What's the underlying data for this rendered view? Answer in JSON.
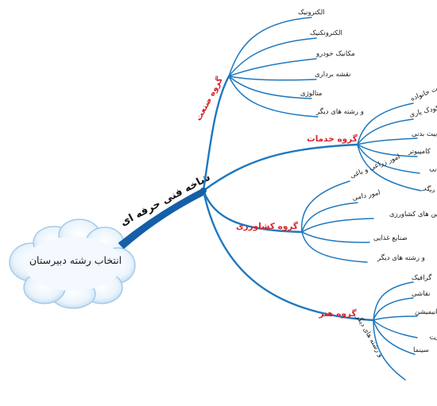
{
  "root": {
    "label": "انتخاب رشته دبیرستان"
  },
  "main_branch": {
    "label": "شاخه فنی حرفه ای"
  },
  "groups": [
    {
      "label": "گروه صنعت",
      "items": [
        "الکترونیک",
        "الکتروتکنیک",
        "مکانیک خودرو",
        "نقشه برداری",
        "متالوژی",
        "و رشته های دیگر"
      ]
    },
    {
      "label": "گروه خدمات",
      "items": [
        "مدیریت خانواده",
        "کودک یاری",
        "تربیت بدنی",
        "کامپیوتر",
        "حسابداری بازرگانی",
        "و رشته های دیگر"
      ]
    },
    {
      "label": "گروه کشاورزی",
      "items": [
        "امور زراعی و باغی",
        "امور دامی",
        "ماشین های کشاورزی",
        "صنایع غذایی",
        "و رشته های دیگر"
      ]
    },
    {
      "label": "گروه هنر",
      "items": [
        "گرافیک",
        "نقاشی",
        "انیمیشن",
        "طراحی و دوخت",
        "سینما",
        "و رشته های دیگر"
      ]
    }
  ],
  "colors": {
    "branch": "#1e78bf",
    "trunk": "#155fa8",
    "group_label": "#d8232a",
    "cloud": "#dcecfa"
  }
}
